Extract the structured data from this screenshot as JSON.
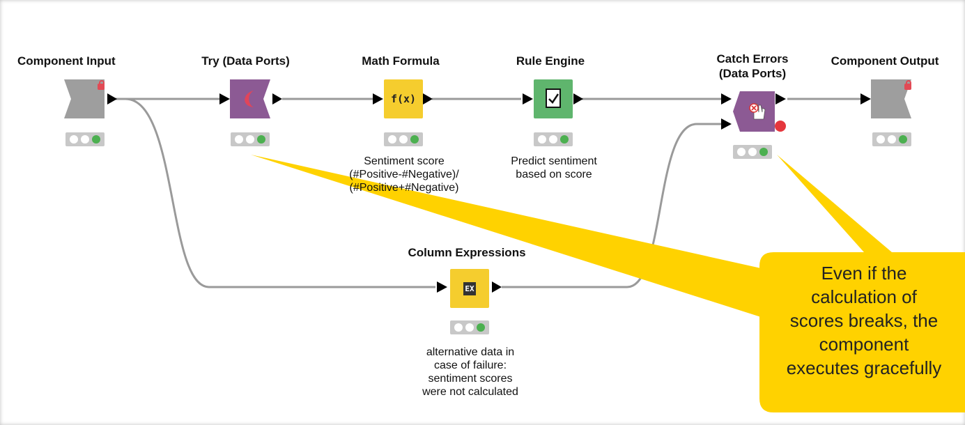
{
  "nodes": {
    "component_input": {
      "title": "Component Input"
    },
    "try": {
      "title": "Try (Data Ports)"
    },
    "math_formula": {
      "title": "Math Formula",
      "icon_text": "f(x)",
      "desc": [
        "Sentiment score",
        "(#Positive-#Negative)/",
        "(#Positive+#Negative)"
      ]
    },
    "rule_engine": {
      "title": "Rule Engine",
      "desc": [
        "Predict sentiment",
        "based on score"
      ]
    },
    "catch_errors": {
      "title": [
        "Catch Errors",
        "(Data Ports)"
      ]
    },
    "component_output": {
      "title": "Component Output"
    },
    "column_expressions": {
      "title": "Column Expressions",
      "icon_text": "EX",
      "desc": [
        "alternative data in",
        "case of failure:",
        "sentiment scores",
        "were not calculated"
      ]
    }
  },
  "callout": {
    "lines": [
      "Even if the",
      "calculation of",
      "scores breaks, the",
      "component",
      "executes gracefully"
    ]
  },
  "colors": {
    "try_node": "#8c5a94",
    "math_node": "#f5cd2e",
    "rule_node": "#5fb56d",
    "catch_node": "#8c5a94",
    "io_node": "#9e9e9e",
    "callout": "#ffd200",
    "status_ok": "#4cb050",
    "error_dot": "#e5373d"
  },
  "icons": {
    "try": "try-arc-icon",
    "math_formula": "function-icon",
    "rule_engine": "rule-document-icon",
    "catch_errors": "hand-error-icon",
    "column_expressions": "expression-icon"
  }
}
